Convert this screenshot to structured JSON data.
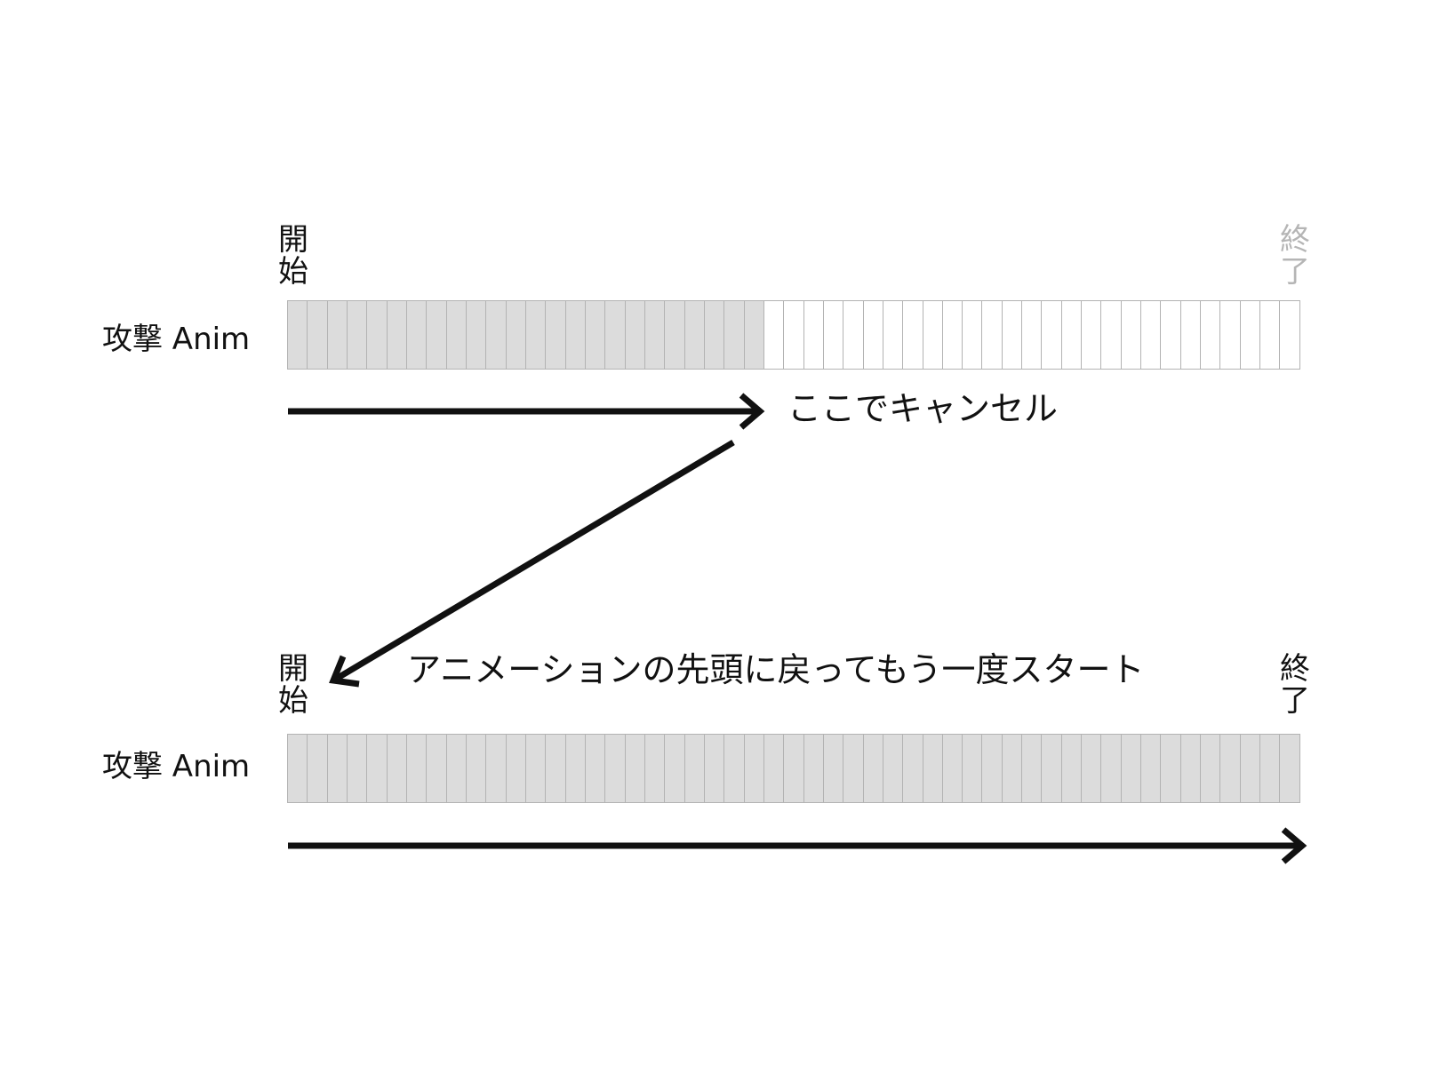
{
  "colors": {
    "played_frame": "#dcdcdc",
    "unplayed_frame": "#ffffff",
    "frame_border": "#b3b3b3",
    "arrow": "#111111",
    "faded_text": "#b5b5b5"
  },
  "top": {
    "label": "攻撃 Anim",
    "start": [
      "開",
      "始"
    ],
    "end": [
      "終",
      "了"
    ],
    "end_faded": true,
    "frames_total": 51,
    "frames_played": 24,
    "cancel_note": "ここでキャンセル"
  },
  "jump": {
    "note": "アニメーションの先頭に戻ってもう一度スタート"
  },
  "bottom": {
    "label": "攻撃 Anim",
    "start": [
      "開",
      "始"
    ],
    "end": [
      "終",
      "了"
    ],
    "end_faded": false,
    "frames_total": 51,
    "frames_played": 51
  },
  "icons": [
    "arrow-right-icon",
    "arrow-down-left-icon"
  ]
}
